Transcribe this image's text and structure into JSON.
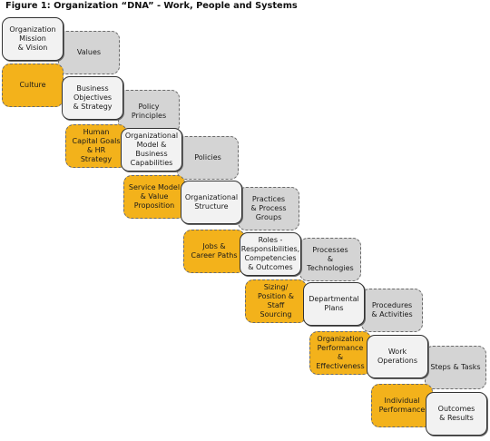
{
  "title": "Figure 1: Organization “DNA” - Work, People and Systems",
  "rows": [
    {
      "white": "Organization\nMission\n& Vision",
      "grey": "Values",
      "gold": "Culture"
    },
    {
      "white": "Business\nObjectives\n& Strategy",
      "grey": "Policy\nPrinciples",
      "gold": "Human\nCapital Goals\n& HR\nStrategy"
    },
    {
      "white": "Organizational\nModel &\nBusiness\nCapabilities",
      "grey": "Policies",
      "gold": "Service Model\n& Value\nProposition"
    },
    {
      "white": "Organizational\nStructure",
      "grey": "Practices\n& Process\nGroups",
      "gold": "Jobs &\nCareer Paths"
    },
    {
      "white": "Roles -\nResponsibilities,\nCompetencies\n& Outcomes",
      "grey": "Processes\n&\nTechnologies",
      "gold": "Sizing/\nPosition &\nStaff\nSourcing"
    },
    {
      "white": "Departmental\nPlans",
      "grey": "Procedures\n& Activities",
      "gold": "Organization\nPerformance\n&\nEffectiveness"
    },
    {
      "white": "Work\nOperations",
      "grey": "Steps & Tasks",
      "gold": "Individual\nPerformance"
    },
    {
      "white": "Outcomes\n& Results",
      "grey": "",
      "gold": ""
    }
  ]
}
